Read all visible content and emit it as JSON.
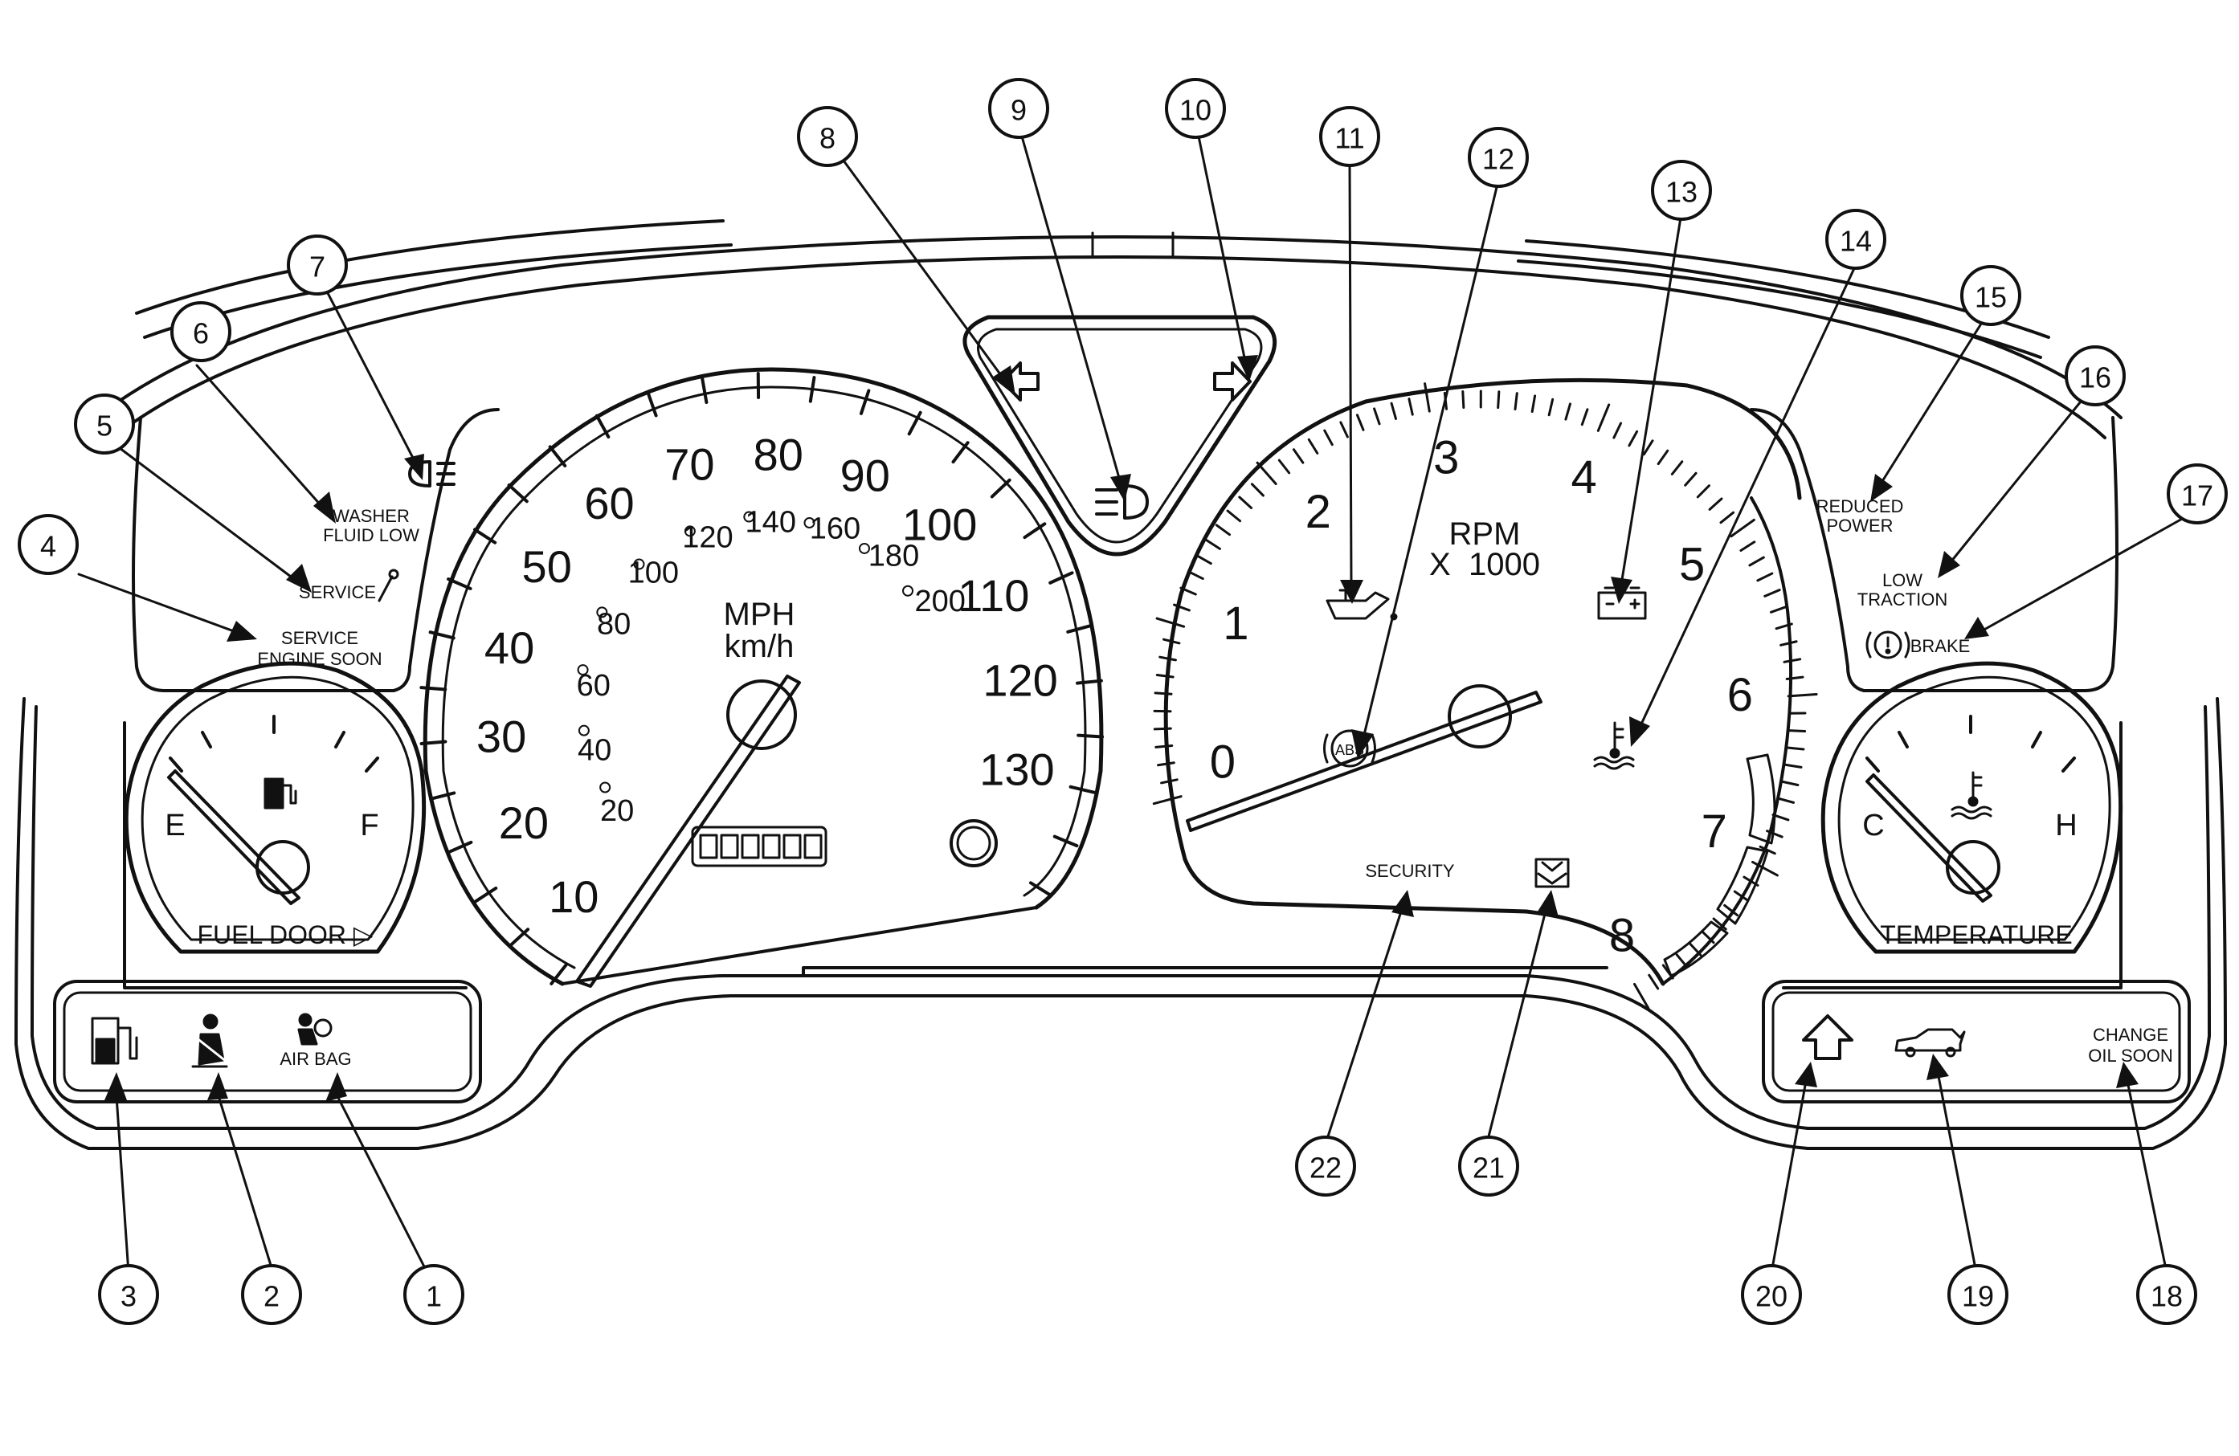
{
  "speedometer": {
    "mph_labels": [
      "10",
      "20",
      "30",
      "40",
      "50",
      "60",
      "70",
      "80",
      "90",
      "100",
      "110",
      "120",
      "130"
    ],
    "kmh_labels": [
      "20",
      "40",
      "60",
      "80",
      "100",
      "120",
      "140",
      "160",
      "180",
      "200"
    ],
    "units_top": "MPH",
    "units_bottom": "km/h"
  },
  "tachometer": {
    "labels": [
      "0",
      "1",
      "2",
      "3",
      "4",
      "5",
      "6",
      "7",
      "8"
    ],
    "units_top": "RPM",
    "units_bottom": "X  1000"
  },
  "fuel_gauge": {
    "empty": "E",
    "full": "F",
    "caption": "FUEL DOOR ▷"
  },
  "temp_gauge": {
    "cold": "C",
    "hot": "H",
    "caption": "TEMPERATURE"
  },
  "indicators": {
    "washer": [
      "WASHER",
      "FLUID LOW"
    ],
    "service": "SERVICE",
    "service_engine": [
      "SERVICE",
      "ENGINE SOON"
    ],
    "reduced_power": [
      "REDUCED",
      "POWER"
    ],
    "low_traction": [
      "LOW",
      "TRACTION"
    ],
    "brake": "BRAKE",
    "abs": "ABS",
    "security": "SECURITY",
    "air_bag": "AIR BAG",
    "change_oil": [
      "CHANGE",
      "OIL SOON"
    ]
  },
  "callouts": [
    "1",
    "2",
    "3",
    "4",
    "5",
    "6",
    "7",
    "8",
    "9",
    "10",
    "11",
    "12",
    "13",
    "14",
    "15",
    "16",
    "17",
    "18",
    "19",
    "20",
    "21",
    "22"
  ],
  "icons": [
    "turn-left-icon",
    "high-beam-icon",
    "turn-right-icon",
    "oil-pressure-icon",
    "battery-icon",
    "coolant-temp-icon",
    "fuel-pump-icon",
    "seatbelt-icon",
    "airbag-icon",
    "upshift-arrow-icon",
    "car-trunk-icon",
    "headlamp-icon",
    "wrench-icon",
    "brake-icon",
    "abs-icon",
    "security-icon"
  ]
}
